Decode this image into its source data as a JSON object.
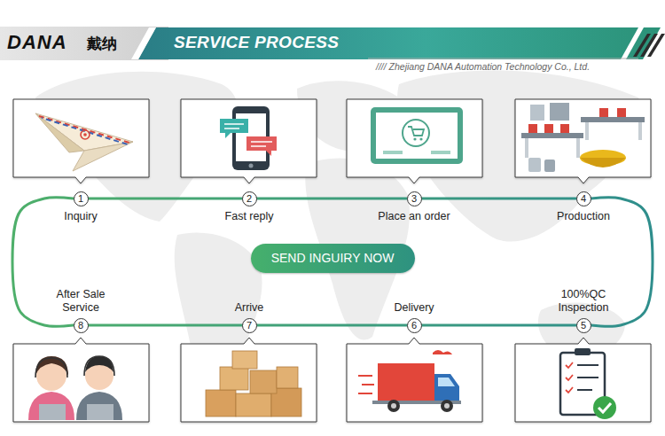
{
  "diagram": {
    "title": "SERVICE PROCESS",
    "nodes": [
      {
        "text": [
          "1",
          "Inquiry"
        ]
      },
      {
        "text": [
          "2",
          "Fast reply"
        ]
      },
      {
        "text": [
          "3",
          "Place an order"
        ]
      },
      {
        "text": [
          "4",
          "Production"
        ]
      },
      {
        "text": [
          "5",
          "100%QC Inspection"
        ]
      },
      {
        "text": [
          "6",
          "Delivery"
        ]
      },
      {
        "text": [
          "7",
          "Arrive"
        ]
      },
      {
        "text": [
          "8",
          "After Sale Service"
        ]
      },
      {
        "text": [
          "SEND INGUIRY NOW"
        ]
      }
    ],
    "edges": [
      {
        "from": 0,
        "to": 1,
        "arrow": "none"
      },
      {
        "from": 1,
        "to": 2,
        "arrow": "none"
      },
      {
        "from": 2,
        "to": 3,
        "arrow": "none"
      },
      {
        "from": 3,
        "to": 4,
        "arrow": "none"
      },
      {
        "from": 4,
        "to": 5,
        "arrow": "none"
      },
      {
        "from": 5,
        "to": 6,
        "arrow": "none"
      },
      {
        "from": 6,
        "to": 7,
        "arrow": "none"
      },
      {
        "from": 7,
        "to": 0,
        "arrow": "none"
      }
    ],
    "labels": [
      "DANA",
      "戴纳",
      "//// Zhejiang DANA Automation Technology Co., Ltd."
    ]
  }
}
